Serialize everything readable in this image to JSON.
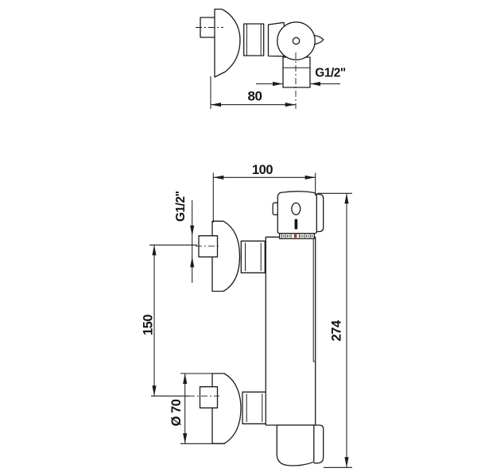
{
  "drawing": {
    "dims": {
      "top_width": "80",
      "top_outlet_thread": "G1/2\"",
      "front_depth": "100",
      "front_inlet_thread": "G1/2\"",
      "front_inlet_spacing": "150",
      "front_escutcheon_diameter": "Ø 70",
      "front_total_height": "274"
    },
    "colors": {
      "line": "#1c1c1c",
      "scale_red_mark": "#b03030",
      "background": "#ffffff"
    }
  }
}
